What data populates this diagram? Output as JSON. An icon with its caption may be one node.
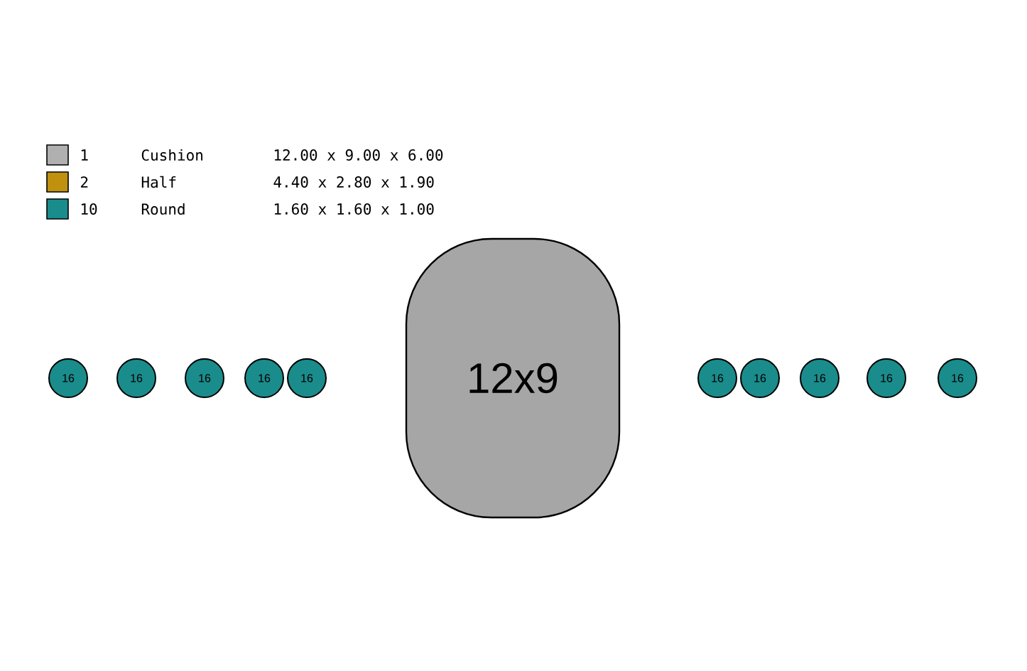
{
  "diagram": {
    "nodes": [
      {
        "text": [
          "12x9"
        ]
      },
      {
        "text": [
          "16"
        ]
      },
      {
        "text": [
          "16"
        ]
      },
      {
        "text": [
          "16"
        ]
      },
      {
        "text": [
          "16"
        ]
      },
      {
        "text": [
          "16"
        ]
      },
      {
        "text": [
          "16"
        ]
      },
      {
        "text": [
          "16"
        ]
      },
      {
        "text": [
          "16"
        ]
      },
      {
        "text": [
          "16"
        ]
      },
      {
        "text": [
          "16"
        ]
      }
    ],
    "edges": [],
    "labels": [
      "1",
      "12.00 x 9.00 x 6.00",
      "2",
      "4.40 x 2.80 x 1.90",
      "10",
      "1.60 x 1.60 x 1.00"
    ],
    "legend": [
      {
        "text": "Cushion",
        "color": "#b0b0b0"
      },
      {
        "text": "Half",
        "color": "#c0900f"
      },
      {
        "text": "Round",
        "color": "#1a8c8c"
      }
    ]
  }
}
